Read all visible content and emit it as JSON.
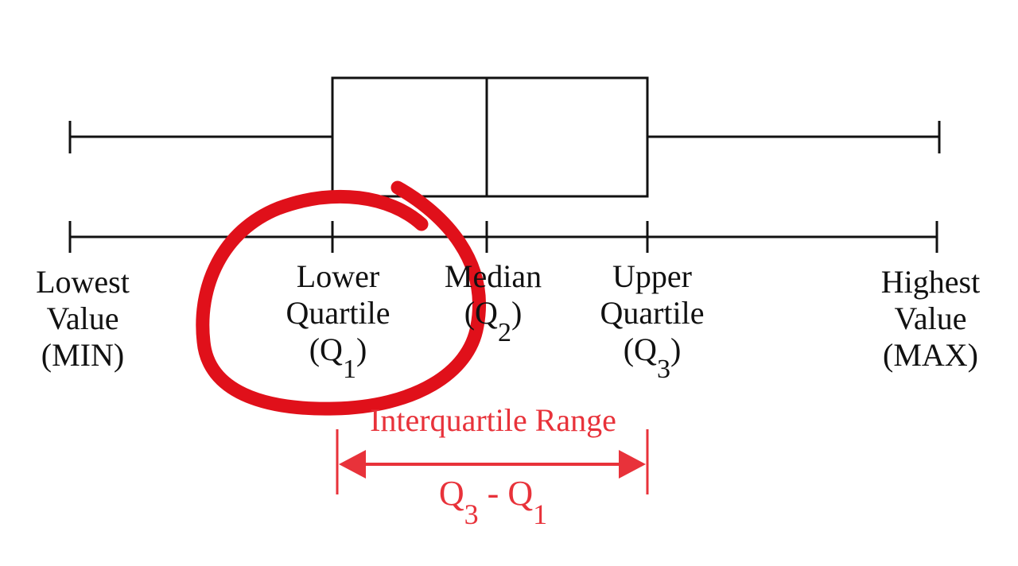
{
  "diagram": {
    "labels": {
      "min": [
        "Lowest",
        "Value",
        "(MIN)"
      ],
      "q1": [
        "Lower",
        "Quartile",
        "(Q",
        "1",
        ")"
      ],
      "median": [
        "Median",
        "(Q",
        "2",
        ")"
      ],
      "q3": [
        "Upper",
        "Quartile",
        "(Q",
        "3",
        ")"
      ],
      "max": [
        "Highest",
        "Value",
        "(MAX)"
      ]
    },
    "iqr": {
      "title": "Interquartile Range",
      "formula_q3": "Q",
      "formula_q3_sub": "3",
      "formula_minus": " - ",
      "formula_q1": "Q",
      "formula_q1_sub": "1"
    },
    "colors": {
      "ink": "#111111",
      "accent_red": "#e8323a",
      "annotation_red": "#e0101a"
    }
  }
}
